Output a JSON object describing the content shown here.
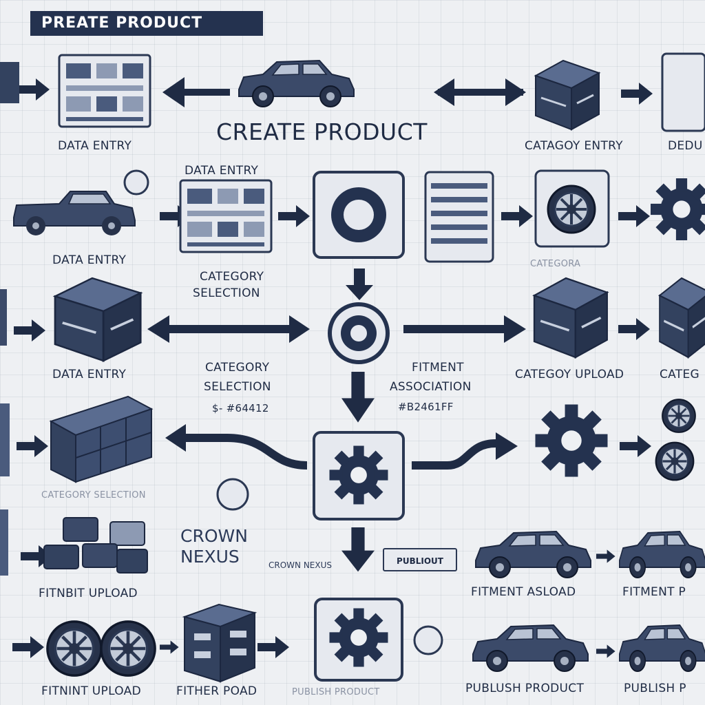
{
  "banner_title": "PREATE PRODUCT",
  "main_title": "CREATE PRODUCT",
  "brand": {
    "line1": "CROWN",
    "line2": "NEXUS",
    "small": "CROWN NEXUS"
  },
  "pill_label": "PUBLIOUT",
  "labels": {
    "data_entry_1": "DATA ENTRY",
    "catagoy_entry": "CATAGOY ENTRY",
    "dedu": "DEDU",
    "data_entry_2": "DATA ENTRY",
    "data_entry_3": "DATA ENTRY",
    "category_selection_1_a": "CATEGORY",
    "category_selection_1_b": "SELECTION",
    "data_entry_4": "DATA ENTRY",
    "category_selection_2_a": "CATEGORY",
    "category_selection_2_b": "SELECTION",
    "code_1": "$- #64412",
    "fitment_association_a": "FITMENT",
    "fitment_association_b": "ASSOCIATION",
    "code_2": "#B2461FF",
    "categoy_upload": "CATEGOY UPLOAD",
    "categ": "CATEG",
    "fitment_asload": "FITMENT ASLOAD",
    "fitment_p": "FITMENT P",
    "fitnbit_upload": "FITNBIT UPLOAD",
    "fitnint_upload": "FITNINT UPLOAD",
    "fither_poad": "FITHER POAD",
    "publish_product_faint": "PUBLISH PRODUCT",
    "publush_product": "PUBLUSH PRODUCT",
    "publish_p": "PUBLISH P",
    "categora_faint": "CATEGORA",
    "category_selection_faint": "CATEGORY SELECTION"
  },
  "colors": {
    "navy": "#24324f",
    "steel": "#4a5b7d",
    "light_panel": "#e6e9ef",
    "background": "#eef0f3"
  },
  "icons": [
    "vehicle-suv-icon",
    "pickup-truck-icon",
    "data-form-icon",
    "package-box-icon",
    "settings-gear-icon",
    "target-circle-icon",
    "wheel-icon",
    "filing-cabinet-icon"
  ]
}
